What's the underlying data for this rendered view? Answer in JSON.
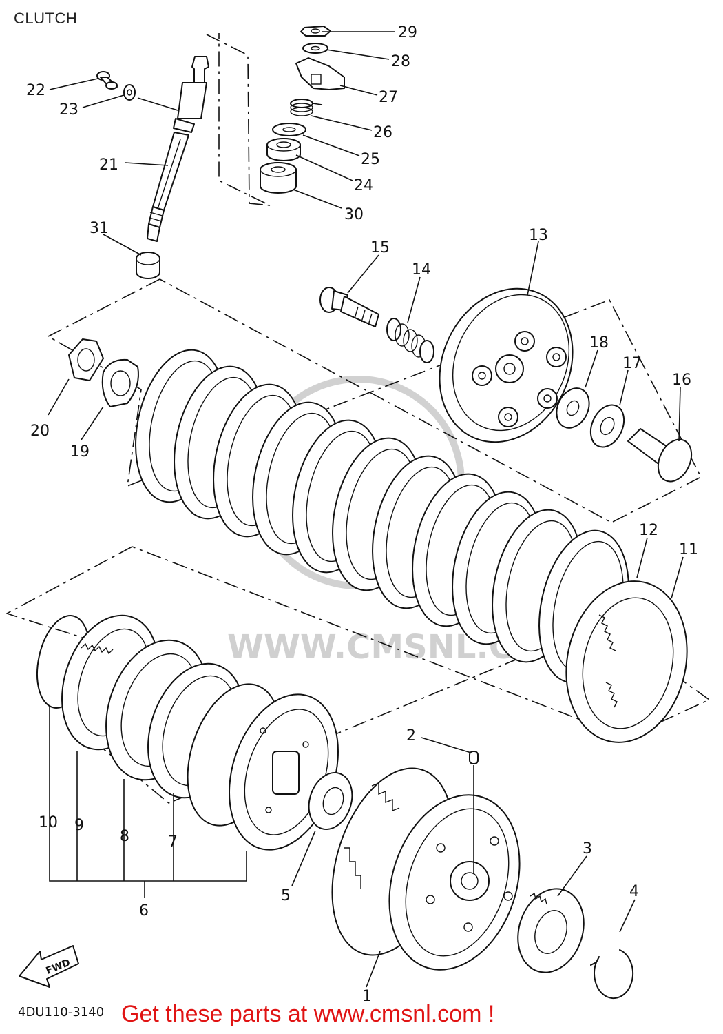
{
  "page": {
    "title": "CLUTCH",
    "diagram_code": "4DU110-3140",
    "call_to_action": "Get these parts at www.cmsnl.com !",
    "watermark": "WWW.CMSNL.COM",
    "direction_marker": "FWD"
  },
  "callouts": {
    "c1": "1",
    "c2": "2",
    "c3": "3",
    "c4": "4",
    "c5": "5",
    "c6": "6",
    "c7": "7",
    "c8": "8",
    "c9": "9",
    "c10": "10",
    "c11": "11",
    "c12": "12",
    "c13": "13",
    "c14": "14",
    "c15": "15",
    "c16": "16",
    "c17": "17",
    "c18": "18",
    "c19": "19",
    "c20": "20",
    "c21": "21",
    "c22": "22",
    "c23": "23",
    "c24": "24",
    "c25": "25",
    "c26": "26",
    "c27": "27",
    "c28": "28",
    "c29": "29",
    "c30": "30",
    "c31": "31"
  },
  "colors": {
    "line": "#111111",
    "cta_red": "#e01414",
    "background": "#ffffff"
  }
}
